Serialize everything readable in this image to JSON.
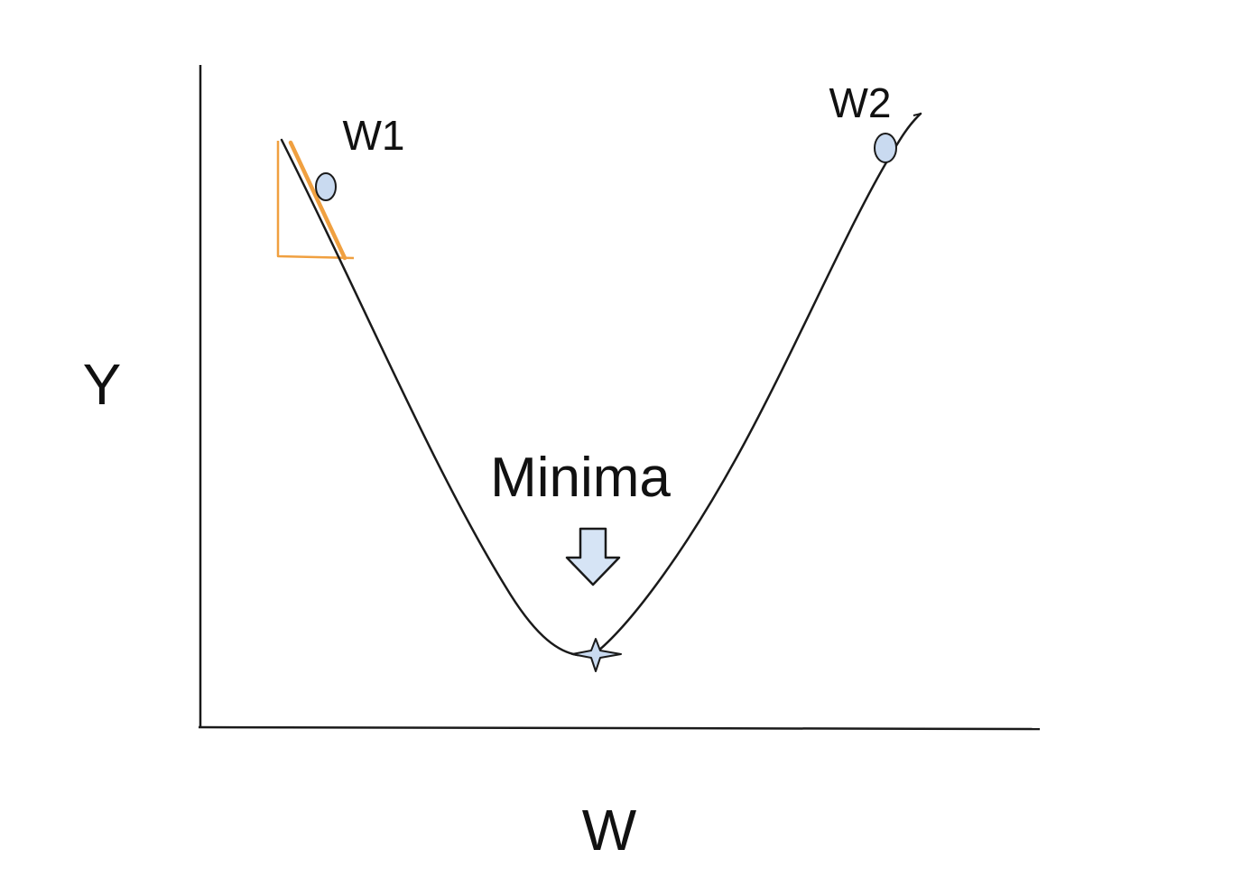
{
  "axes": {
    "y_label": "Y",
    "x_label": "W"
  },
  "points": {
    "w1_label": "W1",
    "w2_label": "W2"
  },
  "annotation": {
    "minima_label": "Minima"
  },
  "colors": {
    "line": "#1a1a1a",
    "marker_fill": "#c9daf0",
    "slope_triangle": "#f0a040",
    "arrow_fill": "#d6e4f5"
  }
}
